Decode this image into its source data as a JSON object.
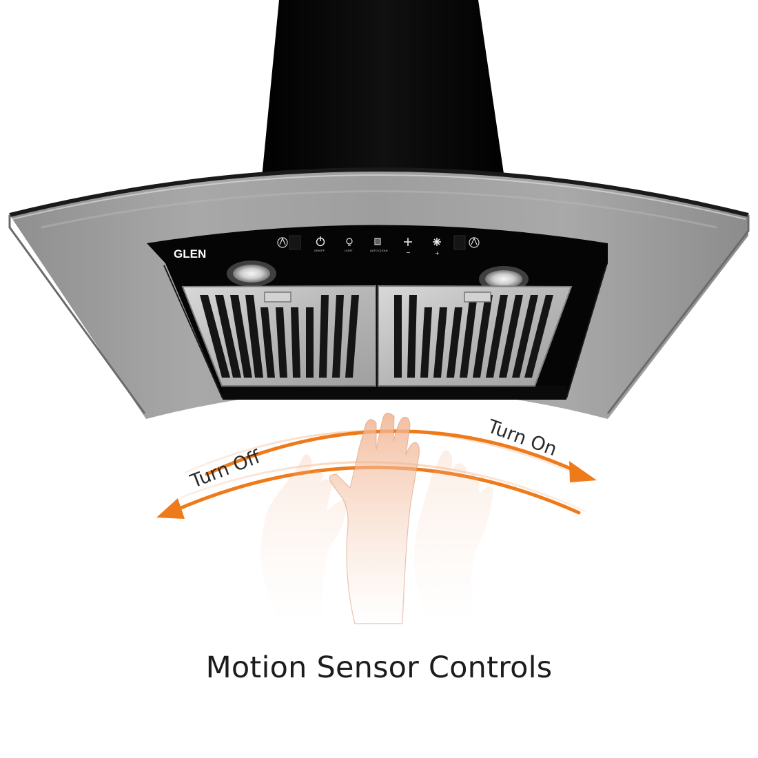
{
  "product": {
    "brand": "GLEN",
    "controls": {
      "power_label": "ON/OFF",
      "light_label": "LIGHT",
      "autoclean_label": "AUTO CLEAN",
      "speed_minus": "−",
      "speed_plus": "+",
      "power_icon": "power-icon",
      "light_icon": "light-bulb-icon",
      "autoclean_icon": "auto-clean-icon",
      "fan_low_icon": "fan-low-icon",
      "fan_high_icon": "fan-high-icon",
      "hand_sensor_icon": "hand-sensor-icon"
    }
  },
  "gesture": {
    "turn_off": "Turn Off",
    "turn_on": "Turn On",
    "arrow_color": "#ef7a1a"
  },
  "caption": "Motion Sensor Controls",
  "colors": {
    "hood_black": "#050505",
    "glass_gray": "#9a9a9a",
    "steel": "#c4c4c4",
    "skin": "#f1b38f"
  }
}
